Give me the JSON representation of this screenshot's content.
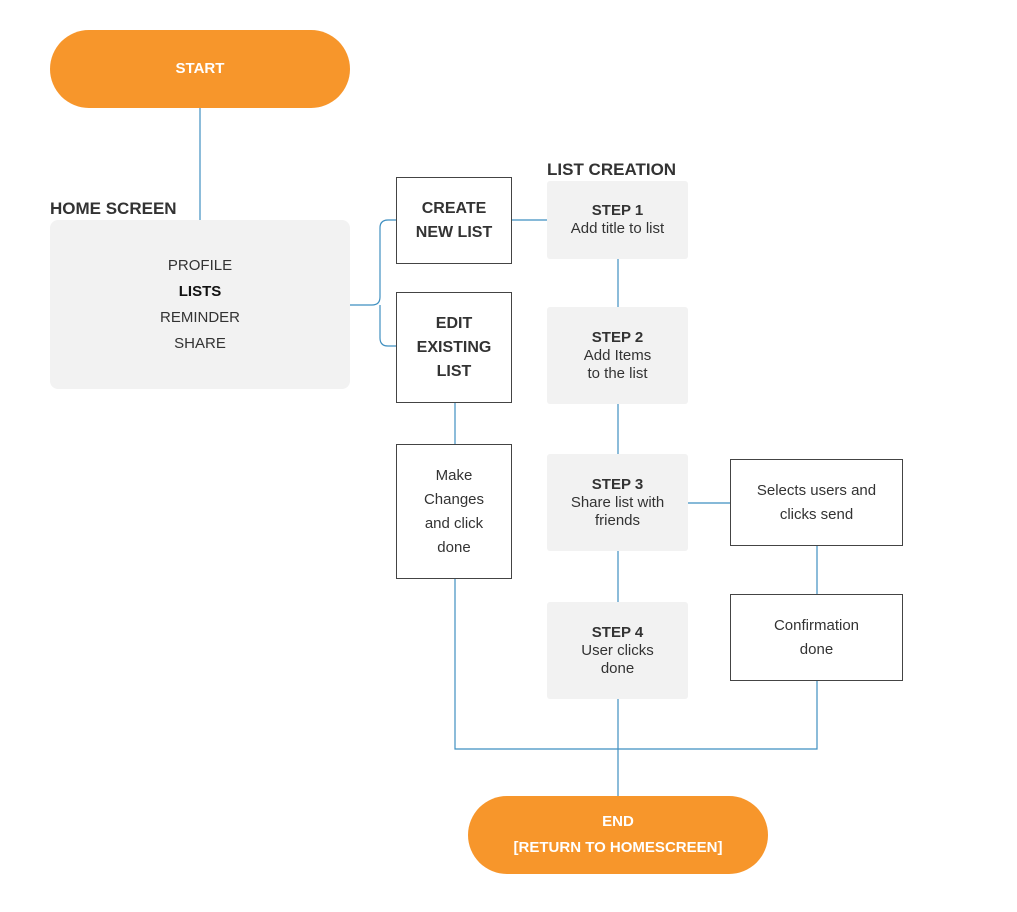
{
  "colors": {
    "terminal_fill": "#f7962b",
    "terminal_text": "#ffffff",
    "connector": "#3f8fc0",
    "panel_fill": "#f2f2f2",
    "box_border": "#444444"
  },
  "start": {
    "label": "START"
  },
  "home_screen": {
    "title": "HOME SCREEN",
    "items": [
      {
        "label": "PROFILE",
        "active": false
      },
      {
        "label": "LISTS",
        "active": true
      },
      {
        "label": "REMINDER",
        "active": false
      },
      {
        "label": "SHARE",
        "active": false
      }
    ]
  },
  "create_new_list": {
    "lines": [
      "CREATE",
      "NEW LIST"
    ]
  },
  "edit_existing_list": {
    "lines": [
      "EDIT",
      "EXISTING",
      "LIST"
    ]
  },
  "make_changes": {
    "lines": [
      "Make",
      "Changes",
      "and click",
      "done"
    ]
  },
  "list_creation": {
    "title": "LIST CREATION",
    "steps": [
      {
        "title": "STEP 1",
        "lines": [
          "Add title to list"
        ]
      },
      {
        "title": "STEP 2",
        "lines": [
          "Add Items",
          "to the list"
        ]
      },
      {
        "title": "STEP 3",
        "lines": [
          "Share list with",
          "friends"
        ]
      },
      {
        "title": "STEP 4",
        "lines": [
          "User clicks",
          "done"
        ]
      }
    ]
  },
  "selects_users": {
    "lines": [
      "Selects users and",
      "clicks send"
    ]
  },
  "confirmation": {
    "lines": [
      "Confirmation",
      "done"
    ]
  },
  "end": {
    "lines": [
      "END",
      "[RETURN TO HOMESCREEN]"
    ]
  }
}
